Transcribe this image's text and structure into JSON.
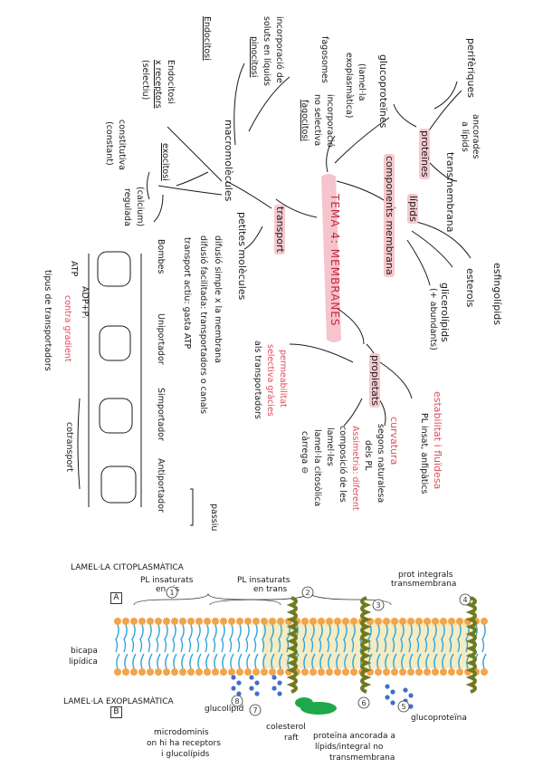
{
  "mindmap": {
    "title": "TEMA 4: MEMBRANES",
    "componentes": "components membrana",
    "proteines": {
      "label": "proteïnes",
      "perifericas": "perifèriques",
      "ancorades": [
        "ancorades",
        "a lípids"
      ],
      "transmembrana": "transmembrana",
      "glucoproteines": [
        "glucoproteïnes",
        "(lamel·la",
        "exoplasmàtica)"
      ]
    },
    "lipids": {
      "label": "lípids",
      "esfingo": "esfingolípids",
      "esterols": "esterols",
      "glicero": [
        "glicerolípids",
        "(+ abundants)"
      ]
    },
    "propietats": {
      "label": "propietats",
      "estabilitat": "estabilitat i fluïdesa",
      "pl_anf": "PL insat, anfipàtics",
      "curvatura": "curvatura",
      "curv_det": [
        "segons naturalesa",
        "dels PL"
      ],
      "asim": [
        "Assimetria: diferent",
        "composició de les",
        "lamel·les",
        "lamel·la citosòlica",
        "càrrega ⊖"
      ],
      "perm": [
        "permeabilitat",
        "selectiva gràcies",
        "als transportadors"
      ]
    },
    "transport": {
      "label": "transport",
      "petites": "petites molècules",
      "difusio_simple": "difusió simple x la membrana",
      "difusio_facilitada": "difusió facilitada: transportadors o canals",
      "passiu": "passiu",
      "actiu": "transport actiu: gasta ATP",
      "bombes": "Bombes",
      "uni": "Uniportador",
      "sim": "Simportador",
      "anti": "Antiportador",
      "cotransport": "cotransport",
      "atp": "ATP",
      "adp": "ADP+Pᵢ",
      "contra": "contra gradient",
      "tipus": "tipus de transportadors"
    },
    "macro": {
      "label": "macromolècules",
      "endocitosi": "Endocitosi",
      "pinocitosi": [
        "incorporació de",
        "soluts en líquids",
        "pinocitosi"
      ],
      "fagocitosi": [
        "incorporació",
        "no selectiva",
        "fagocitosi"
      ],
      "fagosomes": "fagosomes",
      "endo2": [
        "Endocitosi",
        "x receptors",
        "(selectiu)"
      ],
      "exocitosi": "exocitosi",
      "constitutiva": [
        "constitutiva",
        "(constant)"
      ],
      "regulada": [
        "(calcium)",
        "regulada"
      ]
    }
  },
  "figure": {
    "top_title": "LAMEL·LA CITOPLASMÀTICA",
    "bottom_title": "LAMEL·LA EXOPLASMÀTICA",
    "panel_a": "A",
    "panel_b": "B",
    "pl_cis": [
      "PL insaturats",
      "en cis"
    ],
    "pl_trans": [
      "PL insaturats",
      "en trans"
    ],
    "prot_int": [
      "prot integrals",
      "transmembrana"
    ],
    "bicapa": [
      "bicapa",
      "lipídica"
    ],
    "glucolipid": "glucolípid",
    "glucoproteina": "glucoproteïna",
    "colesterol": [
      "colesterol",
      "raft"
    ],
    "microdominis": [
      "microdominis",
      "on hi ha receptors",
      "i glucolípids"
    ],
    "ancorada": [
      "proteïna ancorada a",
      "lípids/integral no",
      "transmembrana"
    ],
    "nums": [
      "1",
      "2",
      "3",
      "4",
      "5",
      "6",
      "7",
      "8"
    ],
    "colors": {
      "head": "#f4a449",
      "tail": "#35a6d8",
      "protein": "#6f7a1e",
      "anchored": "#1ea84a",
      "sugar": "#3f6fc9",
      "raft": "#e8d98a"
    }
  }
}
